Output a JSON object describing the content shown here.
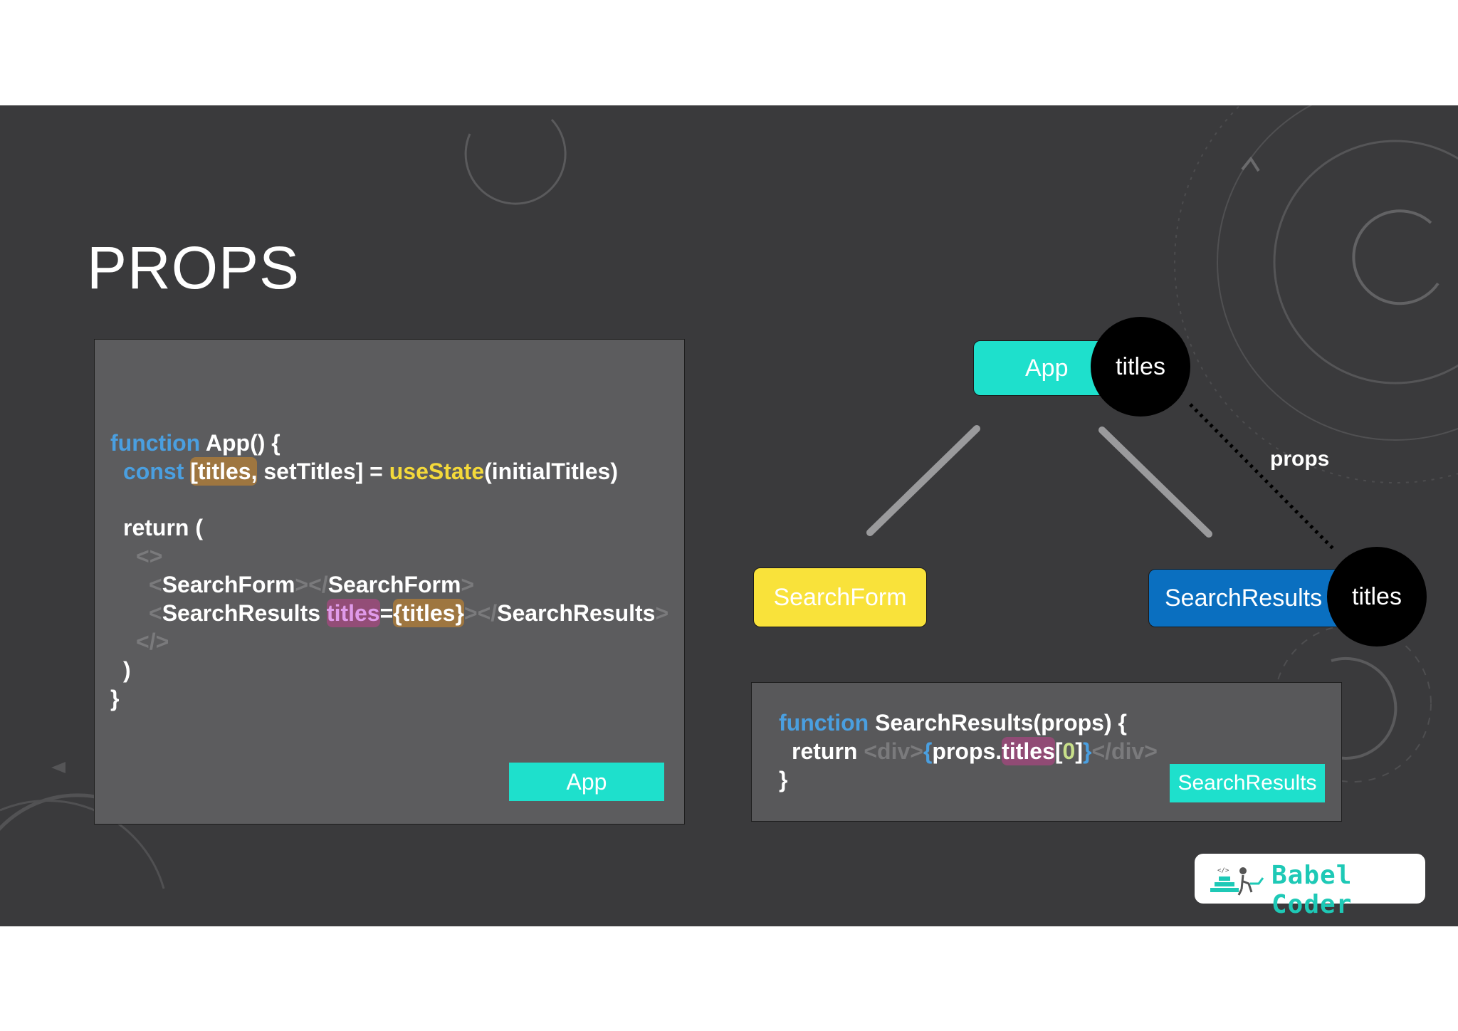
{
  "slide": {
    "title": "PROPS"
  },
  "app_code": {
    "line1": {
      "kw": "function",
      "rest": " App() {"
    },
    "line2": {
      "kw": "const",
      "hl": "[titles,",
      "mid": " setTitles] = ",
      "fn": "useState",
      "tail": "(initialTitles)"
    },
    "line3": {
      "text": "return ("
    },
    "line4": {
      "text": "<>"
    },
    "line5": {
      "lt": "<",
      "name": "SearchForm",
      "gt_close": "></",
      "name2": "SearchForm",
      "gt": ">"
    },
    "line6": {
      "lt": "<",
      "name": "SearchResults ",
      "attr": "titles",
      "eq": "=",
      "val": "{titles}",
      "gt_close": "></",
      "name2": "SearchResults",
      "gt": ">"
    },
    "line7": {
      "text": "</>"
    },
    "line8": {
      "text": ")"
    },
    "line9": {
      "text": "}"
    },
    "tag": "App"
  },
  "sr_code": {
    "line1": {
      "kw": "function",
      "rest": " SearchResults(props) {"
    },
    "line2": {
      "ret": "return ",
      "open": "<div>",
      "brace": "{",
      "props": "props.",
      "titles": "titles",
      "idx_open": "[",
      "idx": "0",
      "idx_close": "]",
      "brace_close": "}",
      "close": "</div>"
    },
    "line3": {
      "text": "}"
    },
    "tag": "SearchResults"
  },
  "tree": {
    "app_node": "App",
    "app_state": "titles",
    "searchform_node": "SearchForm",
    "searchresults_node": "SearchResults",
    "searchresults_prop": "titles",
    "edge_label": "props"
  },
  "brand": {
    "name": "Babel Coder"
  },
  "colors": {
    "slide_bg": "#3a3a3c",
    "panel_bg": "#5c5c5e",
    "teal": "#1ee0cc",
    "yellow": "#f9e23a",
    "blue": "#0a6fc0",
    "keyword": "#4a9fe0",
    "function_name": "#f4d93a"
  }
}
